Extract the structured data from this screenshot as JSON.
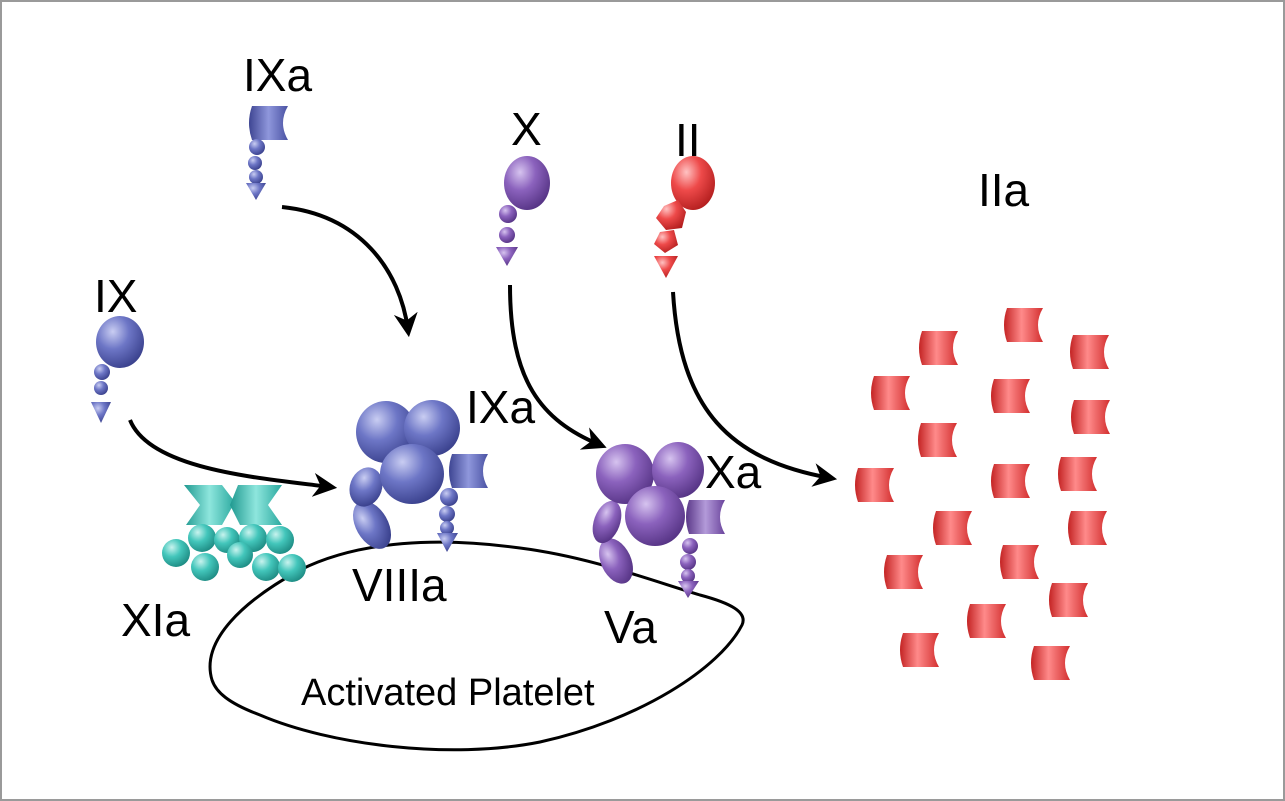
{
  "labels": {
    "ixa_top": "IXa",
    "ix": "IX",
    "ixa_mid": "IXa",
    "x": "X",
    "ii": "II",
    "iia": "IIa",
    "xia": "XIa",
    "viiia": "VIIIa",
    "xa": "Xa",
    "va": "Va",
    "activated_platelet": "Activated Platelet"
  },
  "colors": {
    "factor_ix_blue": "#5b64b4",
    "factor_x_purple": "#8359b3",
    "factor_ii_red": "#e33c3c",
    "factor_xia_teal": "#3ec2b8",
    "arrow": "#000000",
    "frame": "#9a9a9a"
  }
}
